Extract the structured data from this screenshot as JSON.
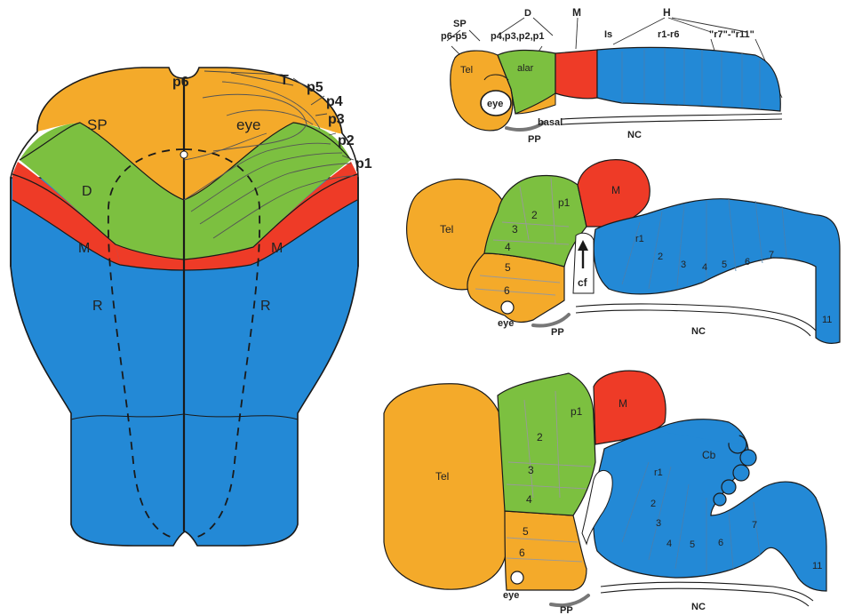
{
  "colors": {
    "orange": "#f4aa2a",
    "green": "#7cc040",
    "red": "#ee3b27",
    "blue": "#2389d6",
    "outline": "#1a1a1a"
  },
  "left_panel": {
    "p6": "p6",
    "T": "T",
    "p5": "p5",
    "p4": "p4",
    "p3": "p3",
    "p2": "p2",
    "p1": "p1",
    "SP": "SP",
    "eye": "eye",
    "D": "D",
    "M_left": "M",
    "M_right": "M",
    "R_left": "R",
    "R_right": "R"
  },
  "top_panel": {
    "SP": "SP",
    "sp_range": "p6-p5",
    "D": "D",
    "d_range": "p4,p3,p2,p1",
    "M": "M",
    "H": "H",
    "Is": "Is",
    "r_range": "r1-r6",
    "r_extra": "\"r7\"-\"r11\"",
    "Tel": "Tel",
    "alar": "alar",
    "eye": "eye",
    "basal": "basal",
    "PP": "PP",
    "NC": "NC"
  },
  "middle_panel": {
    "Tel": "Tel",
    "p1": "p1",
    "n2": "2",
    "n3": "3",
    "n4": "4",
    "n5": "5",
    "n6": "6",
    "M": "M",
    "r1": "r1",
    "r2": "2",
    "r3": "3",
    "r4": "4",
    "r5": "5",
    "r6": "6",
    "r7": "7",
    "r11": "11",
    "cf": "cf",
    "eye": "eye",
    "PP": "PP",
    "NC": "NC"
  },
  "bottom_panel": {
    "Tel": "Tel",
    "p1": "p1",
    "n2": "2",
    "n3": "3",
    "n4": "4",
    "n5": "5",
    "n6": "6",
    "M": "M",
    "Cb": "Cb",
    "r1": "r1",
    "r2": "2",
    "r3": "3",
    "r4": "4",
    "r5": "5",
    "r6": "6",
    "r7": "7",
    "r11": "11",
    "eye": "eye",
    "PP": "PP",
    "NC": "NC"
  }
}
